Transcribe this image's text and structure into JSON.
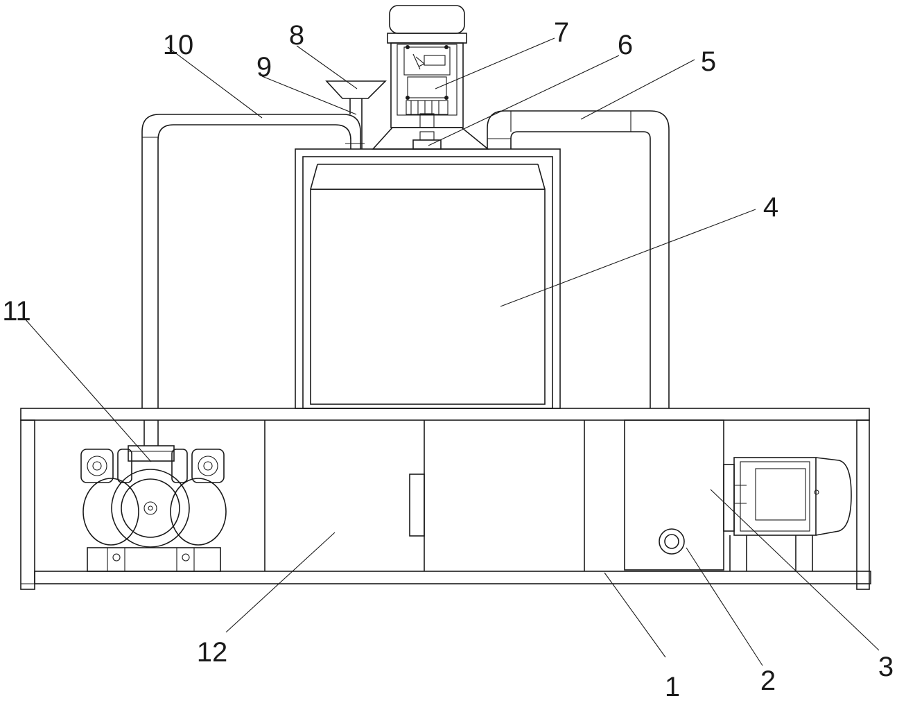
{
  "figure": {
    "labels": [
      {
        "id": "1",
        "text": "1"
      },
      {
        "id": "2",
        "text": "2"
      },
      {
        "id": "3",
        "text": "3"
      },
      {
        "id": "4",
        "text": "4"
      },
      {
        "id": "5",
        "text": "5"
      },
      {
        "id": "6",
        "text": "6"
      },
      {
        "id": "7",
        "text": "7"
      },
      {
        "id": "8",
        "text": "8"
      },
      {
        "id": "9",
        "text": "9"
      },
      {
        "id": "10",
        "text": "10"
      },
      {
        "id": "11",
        "text": "11"
      },
      {
        "id": "12",
        "text": "12"
      }
    ],
    "stroke_color": "#1a1a1a",
    "background_color": "#ffffff"
  }
}
